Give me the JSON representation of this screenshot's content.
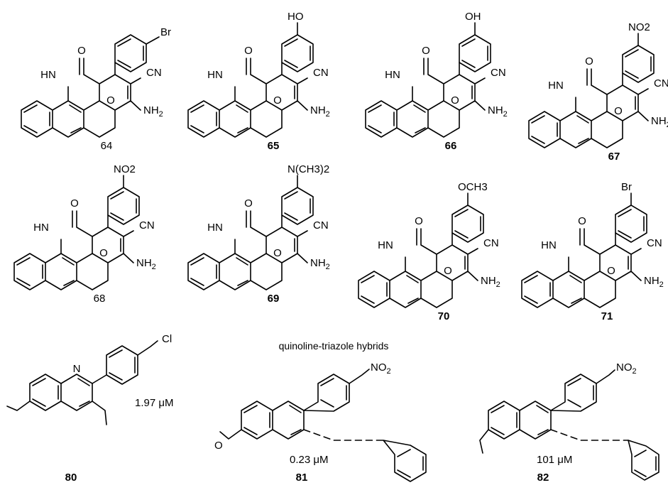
{
  "section_caption": "quinoline-triazole hybrids",
  "compounds": [
    {
      "id": "64",
      "bold": false,
      "top": "Br",
      "substitution": "ortho"
    },
    {
      "id": "65",
      "bold": true,
      "top": "HO",
      "substitution": "meta"
    },
    {
      "id": "66",
      "bold": true,
      "top": "OH",
      "substitution": "para"
    },
    {
      "id": "67",
      "bold": true,
      "top": "NO2",
      "substitution": "meta"
    },
    {
      "id": "68",
      "bold": false,
      "top": "NO2",
      "substitution": "para"
    },
    {
      "id": "69",
      "bold": true,
      "top": "N(CH3)2",
      "substitution": "para"
    },
    {
      "id": "70",
      "bold": true,
      "top": "OCH3",
      "substitution": "para"
    },
    {
      "id": "71",
      "bold": true,
      "top": "Br",
      "substitution": "para"
    }
  ],
  "core_labels": {
    "carbonyl": "O",
    "nh": "HN",
    "nitrile": "CN",
    "ring_o": "O",
    "amine": "NH",
    "amine_sub": "2"
  },
  "hybrids": [
    {
      "id": "80",
      "substituent": "Cl",
      "activity": "1.97 μM"
    },
    {
      "id": "81",
      "substituent": "NO",
      "substituent_sub": "2",
      "activity": "0.23  μM"
    },
    {
      "id": "82",
      "substituent": "NO",
      "substituent_sub": "2",
      "activity": "101 μM"
    }
  ],
  "hybrid_labels": {
    "ring_n": "N"
  }
}
